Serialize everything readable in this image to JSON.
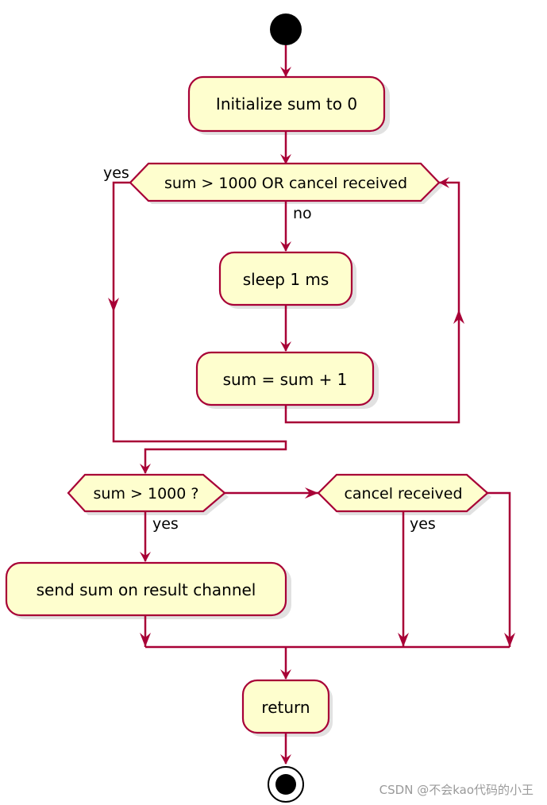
{
  "diagram": {
    "actions": {
      "init": "Initialize sum to 0",
      "sleep": "sleep 1 ms",
      "increment": "sum = sum + 1",
      "send": "send sum on result channel",
      "return": "return"
    },
    "decisions": {
      "loop_condition": "sum > 1000 OR cancel received",
      "sum_check": "sum > 1000 ?",
      "cancel_check": "cancel received"
    },
    "guards": {
      "loop_exit": "yes",
      "loop_continue": "no",
      "sum_yes": "yes",
      "cancel_yes": "yes"
    }
  },
  "watermark": "CSDN @不会kao代码的小王"
}
